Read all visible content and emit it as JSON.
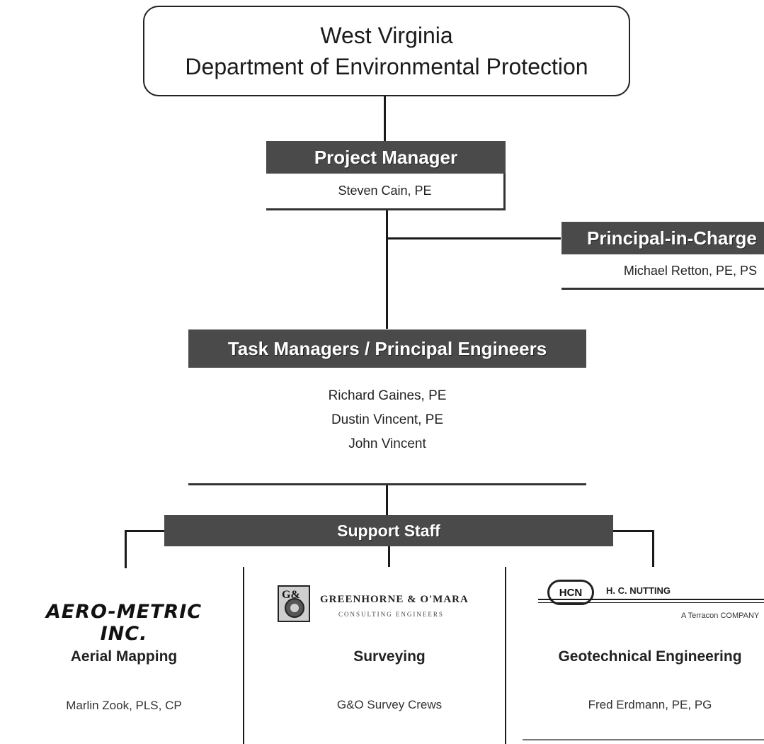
{
  "organization": {
    "line1": "West Virginia",
    "line2": "Department of Environmental Protection"
  },
  "project_manager": {
    "title": "Project Manager",
    "name": "Steven Cain, PE"
  },
  "principal_in_charge": {
    "title": "Principal-in-Charge",
    "name": "Michael Retton, PE, PS"
  },
  "task_managers": {
    "title": "Task Managers / Principal Engineers",
    "people": [
      "Richard Gaines, PE",
      "Dustin Vincent, PE",
      "John Vincent"
    ]
  },
  "support_staff": {
    "title": "Support Staff"
  },
  "subconsultants": [
    {
      "logo_text": "AERO-METRIC INC.",
      "service": "Aerial Mapping",
      "contact": "Marlin Zook, PLS, CP"
    },
    {
      "logo_mark": "G&",
      "logo_text": "GREENHORNE & O'MARA",
      "logo_subtext": "CONSULTING ENGINEERS",
      "service": "Surveying",
      "contact": "G&O Survey Crews"
    },
    {
      "logo_mark": "HCN",
      "logo_text": "H. C. NUTTING",
      "logo_subtext": "A Terracon COMPANY",
      "service": "Geotechnical Engineering",
      "contact": "Fred Erdmann, PE, PG"
    }
  ]
}
